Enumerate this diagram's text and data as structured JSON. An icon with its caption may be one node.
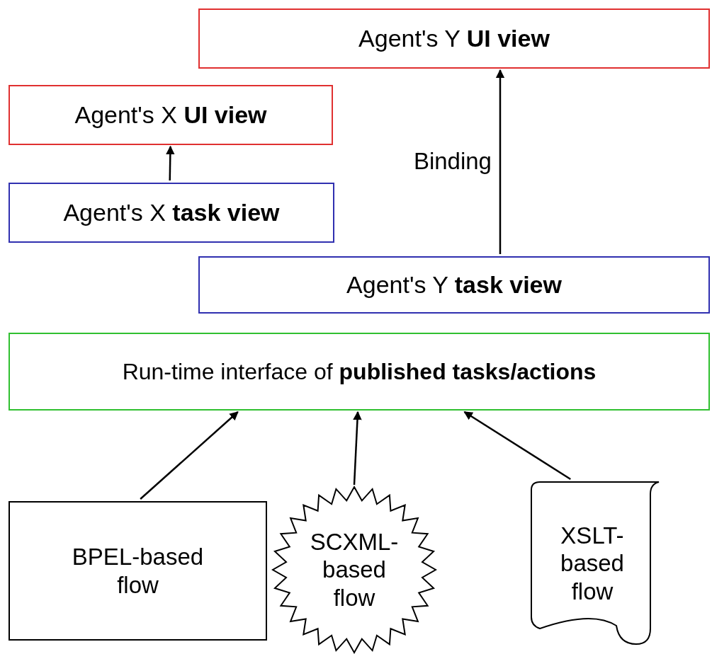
{
  "diagram": {
    "nodes": [
      {
        "text": [
          "Agent's Y **UI view**"
        ]
      },
      {
        "text": [
          "Agent's X **UI view**"
        ]
      },
      {
        "text": [
          "Agent's X **task view**"
        ]
      },
      {
        "text": [
          "Agent's Y **task view**"
        ]
      },
      {
        "text": [
          "Run-time interface of **published tasks/actions**"
        ]
      },
      {
        "text": [
          "BPEL-based flow"
        ]
      },
      {
        "text": [
          "SCXML-based flow"
        ]
      },
      {
        "text": [
          "XSLT-based flow"
        ]
      }
    ],
    "edges": [
      {
        "from": 2,
        "to": 1,
        "arrow": "to"
      },
      {
        "from": 3,
        "to": 0,
        "arrow": "to",
        "label": "Binding"
      },
      {
        "from": 5,
        "to": 4,
        "arrow": "to"
      },
      {
        "from": 6,
        "to": 4,
        "arrow": "to"
      },
      {
        "from": 7,
        "to": 4,
        "arrow": "to"
      }
    ]
  }
}
